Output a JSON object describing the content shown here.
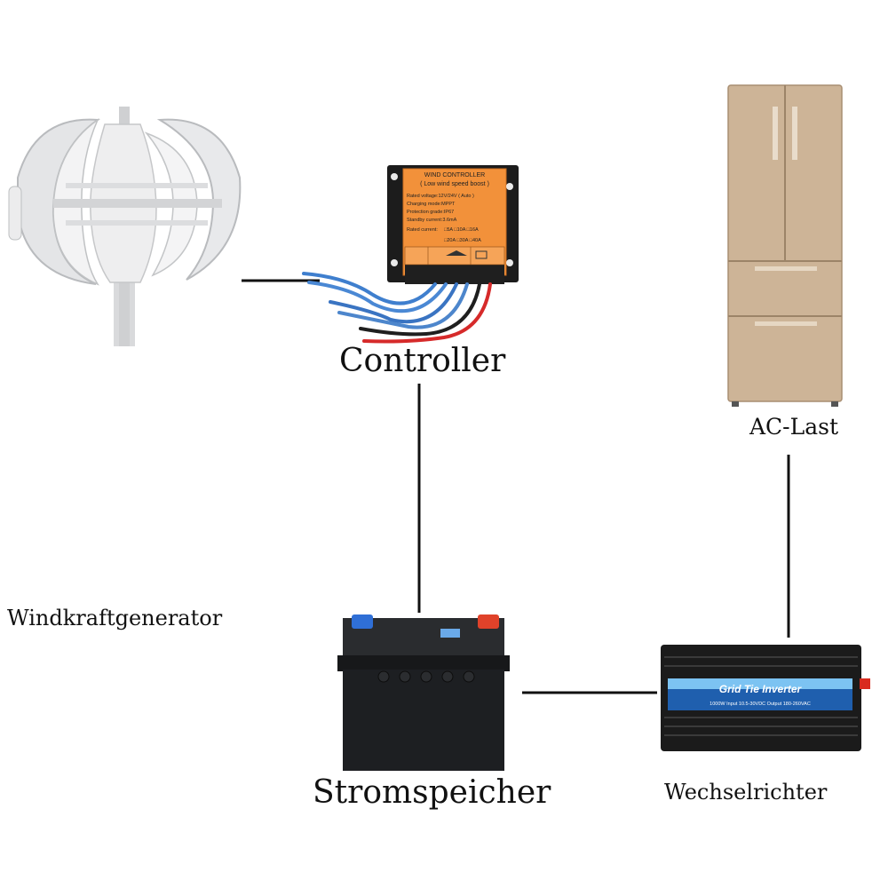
{
  "labels": {
    "controller": "Controller",
    "ac_load": "AC-Last",
    "wind_generator": "Windkraftgenerator",
    "storage": "Stromspeicher",
    "inverter": "Wechselrichter"
  },
  "controller_panel": {
    "title": "WIND CONTROLLER",
    "subtitle": "( Low wind speed boost )",
    "lines": [
      "Rated voltage:12V/24V ( Auto )",
      "Charging mode:MPPT",
      "Protection grade:IP67",
      "Standby current:3.6mA"
    ],
    "rated_current_label": "Rated current:",
    "rated_current_row1": "□5A □10A □16A",
    "rated_current_row2": "□20A □30A □40A"
  },
  "inverter_panel": {
    "title": "Grid Tie Inverter",
    "spec": "1000W Input 10.5-30VDC Output 180-260VAC"
  },
  "colors": {
    "line": "#111111",
    "controller_orange": "#f2913a",
    "battery_body": "#1d1f22",
    "fridge": "#cdb497",
    "turbine": "#e6e7e9"
  }
}
